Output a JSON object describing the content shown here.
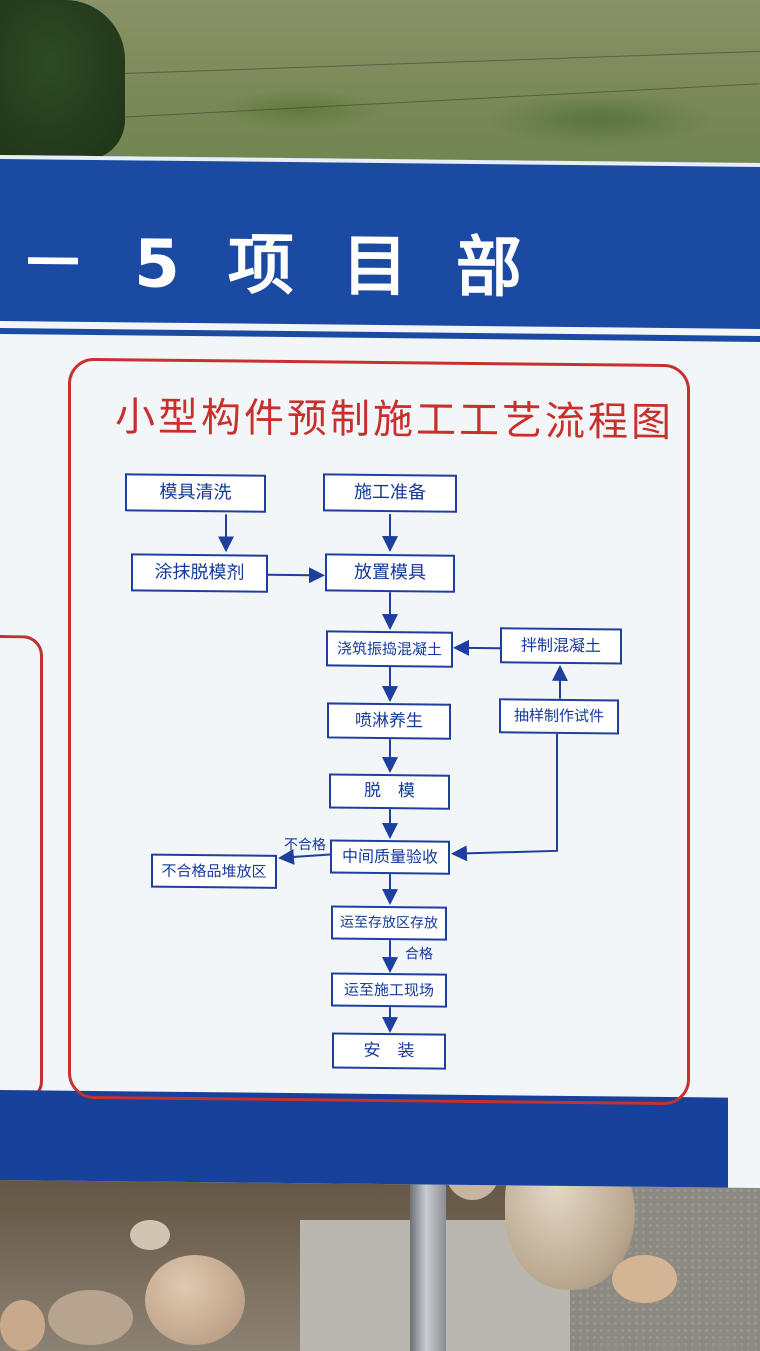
{
  "sign": {
    "header_title": "－5项目部",
    "chart_title": "小型构件预制施工工艺流程图",
    "colors": {
      "header_blue": "#1b4aa3",
      "title_red": "#c9302c",
      "box_text_blue": "#143a9a",
      "board_white": "#f3f6f8"
    }
  },
  "flow": {
    "steps": {
      "mold_cleaning": "模具清洗",
      "construction_prep": "施工准备",
      "apply_release_agent": "涂抹脱模剂",
      "place_mold": "放置模具",
      "pour_vibrate_concrete": "浇筑振捣混凝土",
      "mix_concrete": "拌制混凝土",
      "spray_curing": "喷淋养生",
      "sample_test_pieces": "抽样制作试件",
      "demolding": "脱　模",
      "intermediate_inspection": "中间质量验收",
      "reject_storage_area": "不合格品堆放区",
      "transport_to_storage": "运至存放区存放",
      "transport_to_site": "运至施工现场",
      "installation": "安　装"
    },
    "labels": {
      "fail": "不合格",
      "pass": "合格"
    }
  }
}
